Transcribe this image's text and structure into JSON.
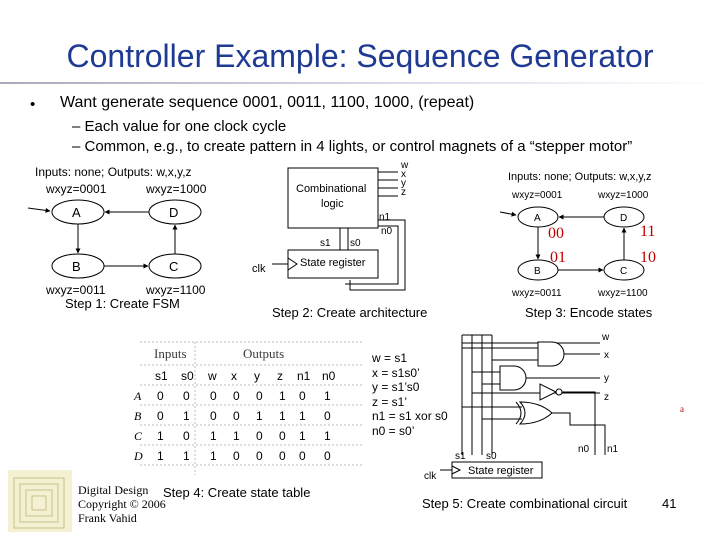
{
  "title": "Controller Example: Sequence Generator",
  "bullet": "•",
  "main_point": "Want generate sequence 0001, 0011, 1100, 1000, (repeat)",
  "sub_points": [
    "– Each value for one clock cycle",
    "– Common, e.g., to create pattern in 4 lights, or control magnets of a “stepper motor”"
  ],
  "fsm": {
    "io": "Inputs: none; Outputs: w,x,y,z",
    "states": [
      {
        "name": "A",
        "output": "wxyz=0001"
      },
      {
        "name": "D",
        "output": "wxyz=1000"
      },
      {
        "name": "B",
        "output": "wxyz=0011"
      },
      {
        "name": "C",
        "output": "wxyz=1100"
      }
    ],
    "caption": "Step 1: Create FSM"
  },
  "architecture": {
    "logic_label": [
      "Combinational",
      "logic"
    ],
    "outputs": [
      "w",
      "x",
      "y",
      "z"
    ],
    "next_state": [
      "n1",
      "n0"
    ],
    "state_bits": [
      "s1",
      "s0"
    ],
    "register": "State register",
    "clk": "clk",
    "caption": "Step 2: Create architecture"
  },
  "encoding": {
    "io": "Inputs: none; Outputs: w,x,y,z",
    "states": [
      {
        "name": "A",
        "output": "wxyz=0001",
        "code": "00"
      },
      {
        "name": "D",
        "output": "wxyz=1000",
        "code": "11"
      },
      {
        "name": "B",
        "output": "wxyz=0011",
        "code": "01"
      },
      {
        "name": "C",
        "output": "wxyz=1100",
        "code": "10"
      }
    ],
    "caption": "Step 3: Encode states"
  },
  "state_table": {
    "group_headers": [
      "Inputs",
      "Outputs"
    ],
    "columns": [
      "s1",
      "s0",
      "w",
      "x",
      "y",
      "z",
      "n1",
      "n0"
    ],
    "rows": [
      {
        "state": "A",
        "values": [
          "0",
          "0",
          "0",
          "0",
          "0",
          "1",
          "0",
          "1"
        ]
      },
      {
        "state": "B",
        "values": [
          "0",
          "1",
          "0",
          "0",
          "1",
          "1",
          "1",
          "0"
        ]
      },
      {
        "state": "C",
        "values": [
          "1",
          "0",
          "1",
          "1",
          "0",
          "0",
          "1",
          "1"
        ]
      },
      {
        "state": "D",
        "values": [
          "1",
          "1",
          "1",
          "0",
          "0",
          "0",
          "0",
          "0"
        ]
      }
    ],
    "caption": "Step 4: Create state table"
  },
  "equations": [
    "w = s1",
    "x = s1s0’",
    "y = s1’s0",
    "z = s1’",
    "n1 = s1 xor s0",
    "n0 = s0’"
  ],
  "circuit": {
    "outputs": [
      "w",
      "x",
      "y",
      "z"
    ],
    "next_state": [
      "n0",
      "n1"
    ],
    "state_bits": [
      "s1",
      "s0"
    ],
    "register": "State register",
    "clk": "clk",
    "stray_mark": "a",
    "caption": "Step 5: Create combinational circuit"
  },
  "footer": {
    "lines": [
      "Digital Design",
      "Copyright © 2006",
      "Frank Vahid"
    ],
    "page_number": "41"
  }
}
